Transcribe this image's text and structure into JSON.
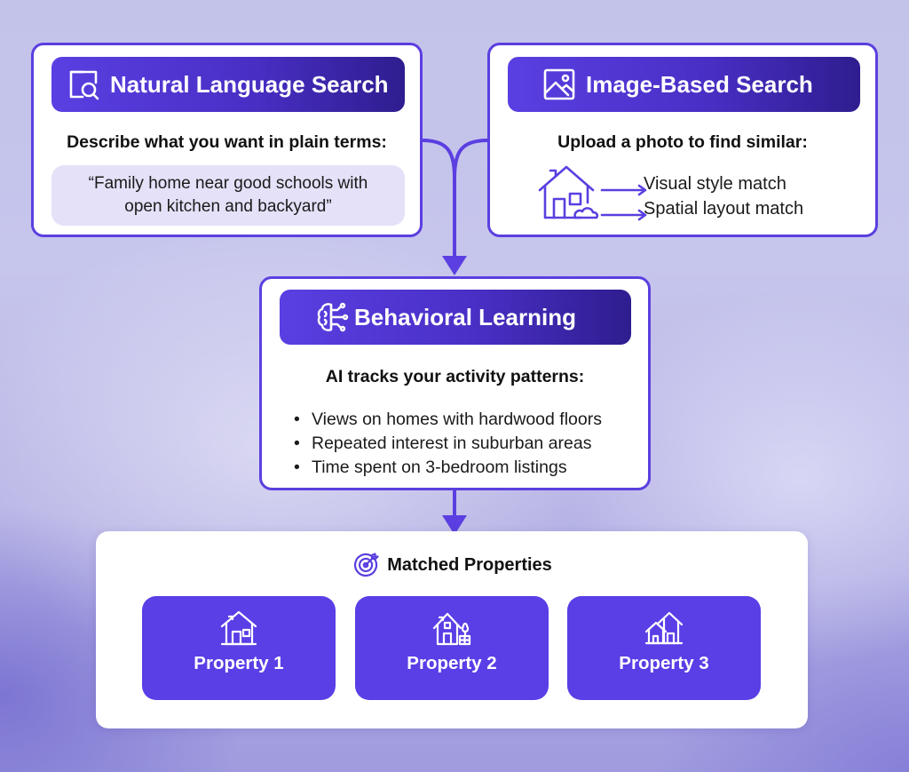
{
  "natural_search": {
    "title": "Natural Language Search",
    "subtitle": "Describe what you want in plain terms:",
    "quote_line1": "“Family home near good schools with",
    "quote_line2": "open kitchen and backyard”",
    "icon": "search-document-icon"
  },
  "image_search": {
    "title": "Image-Based Search",
    "subtitle": "Upload a photo to find similar:",
    "matches": [
      "Visual style match",
      "Spatial layout match"
    ],
    "icon": "image-icon"
  },
  "behavioral": {
    "title": "Behavioral Learning",
    "subtitle": "AI tracks your activity patterns:",
    "items": [
      "Views on homes with hardwood floors",
      "Repeated interest in suburban areas",
      "Time spent on 3-bedroom listings"
    ],
    "icon": "ai-brain-icon"
  },
  "matched": {
    "title": "Matched Properties",
    "icon": "target-icon",
    "properties": [
      {
        "label": "Property 1",
        "icon": "house-icon"
      },
      {
        "label": "Property 2",
        "icon": "house-garden-icon"
      },
      {
        "label": "Property 3",
        "icon": "houses-icon"
      }
    ]
  },
  "colors": {
    "accent": "#5b3fe0",
    "accent_dark": "#2e1d8f",
    "property_card": "#5a3ee6",
    "quote_bg": "#e4e1f8"
  }
}
